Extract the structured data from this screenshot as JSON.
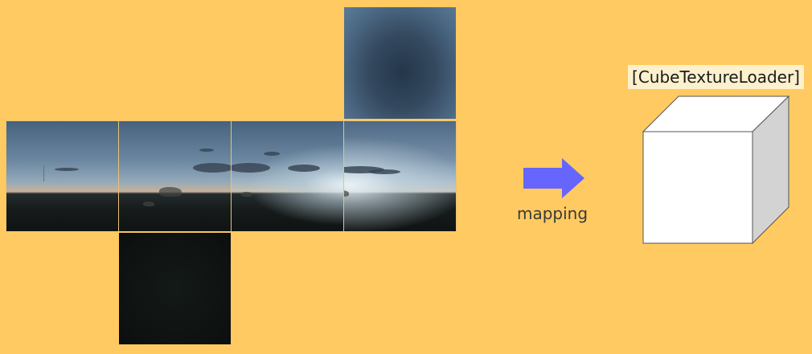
{
  "skybox": {
    "faces": [
      {
        "id": "top",
        "icon": "sky-zenith-image"
      },
      {
        "id": "left",
        "icon": "horizon-dusk-image"
      },
      {
        "id": "front",
        "icon": "horizon-dusk-image"
      },
      {
        "id": "right",
        "icon": "horizon-sunset-glow-image"
      },
      {
        "id": "back",
        "icon": "horizon-sunset-glow-image"
      },
      {
        "id": "bottom",
        "icon": "ground-image"
      }
    ]
  },
  "arrow": {
    "icon": "right-arrow-icon",
    "color": "#6666FF"
  },
  "mapping_label": "mapping",
  "loader_label": "[CubeTextureLoader]",
  "cube": {
    "front_color": "#FFFFFF",
    "top_color": "#FFFFFF",
    "side_color": "#D3D3D3",
    "stroke": "#555555"
  },
  "background_color": "#FFCA61"
}
